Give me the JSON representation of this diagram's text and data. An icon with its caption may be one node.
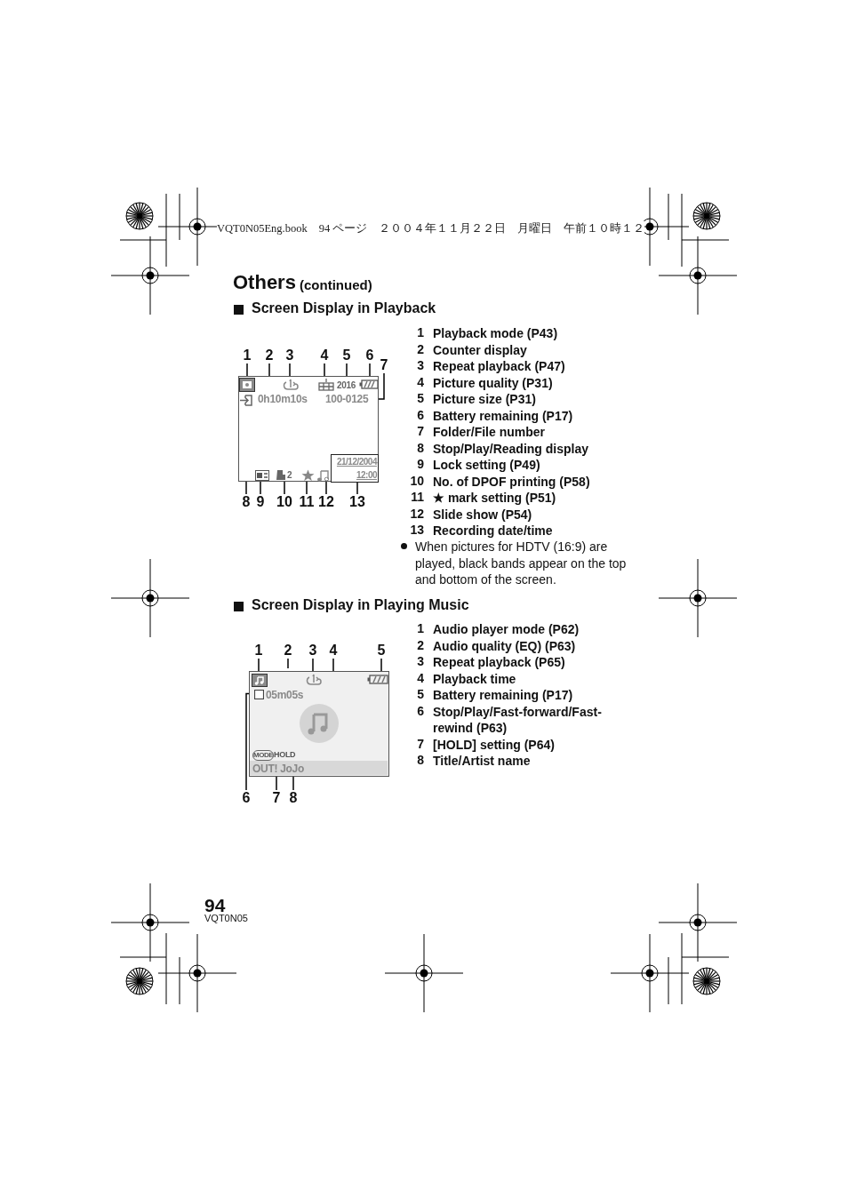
{
  "diagram": {
    "title": "Others",
    "nodes": [
      {
        "text": [],
        "shape": "box"
      },
      {
        "text": [],
        "shape": "icon",
        "in": 0
      },
      {
        "text": [
          "0h10m10s"
        ],
        "in": 0
      },
      {
        "text": [],
        "shape": "icon",
        "in": 0
      },
      {
        "text": [],
        "shape": "box",
        "in": 0
      },
      {
        "text": [
          "2016"
        ],
        "in": 0
      },
      {
        "text": [],
        "shape": "icon",
        "in": 0
      },
      {
        "text": [
          "100-0125"
        ],
        "in": 0
      },
      {
        "text": [],
        "shape": "icon",
        "in": 0
      },
      {
        "text": [],
        "shape": "icon",
        "in": 0
      },
      {
        "text": [
          "2"
        ],
        "in": 0
      },
      {
        "text": [],
        "shape": "icon",
        "in": 0
      },
      {
        "text": [],
        "shape": "icon",
        "in": 0
      },
      {
        "text": [
          "21/12/2004",
          "12:00"
        ],
        "in": 0
      },
      {
        "text": [
          "1"
        ]
      },
      {
        "text": [
          "2"
        ]
      },
      {
        "text": [
          "3"
        ]
      },
      {
        "text": [
          "4"
        ]
      },
      {
        "text": [
          "5"
        ]
      },
      {
        "text": [
          "6"
        ]
      },
      {
        "text": [
          "7"
        ]
      },
      {
        "text": [
          "8"
        ]
      },
      {
        "text": [
          "9"
        ]
      },
      {
        "text": [
          "10"
        ]
      },
      {
        "text": [
          "11"
        ]
      },
      {
        "text": [
          "12"
        ]
      },
      {
        "text": [
          "13"
        ]
      },
      {
        "text": [],
        "shape": "box"
      },
      {
        "text": [],
        "shape": "icon",
        "in": 27
      },
      {
        "text": [],
        "shape": "icon",
        "in": 27
      },
      {
        "text": [
          "05m05s"
        ],
        "in": 27
      },
      {
        "text": [],
        "shape": "icon",
        "in": 27
      },
      {
        "text": [],
        "shape": "box",
        "in": 27
      },
      {
        "text": [
          "MODE"
        ],
        "in": 27
      },
      {
        "text": [
          "HOLD"
        ],
        "in": 27
      },
      {
        "text": [
          "OUT! JoJo"
        ],
        "in": 27
      },
      {
        "text": [
          "1"
        ]
      },
      {
        "text": [
          "2"
        ]
      },
      {
        "text": [
          "3"
        ]
      },
      {
        "text": [
          "4"
        ]
      },
      {
        "text": [
          "5"
        ]
      },
      {
        "text": [
          "6"
        ]
      },
      {
        "text": [
          "7"
        ]
      },
      {
        "text": [
          "8"
        ]
      }
    ],
    "edges": [
      {
        "from": 14,
        "to": 1,
        "arrow": "none"
      },
      {
        "from": 15,
        "to": 2,
        "arrow": "none"
      },
      {
        "from": 16,
        "to": 3,
        "arrow": "none"
      },
      {
        "from": 17,
        "to": 4,
        "arrow": "none"
      },
      {
        "from": 18,
        "to": 5,
        "arrow": "none"
      },
      {
        "from": 19,
        "to": 6,
        "arrow": "none"
      },
      {
        "from": 20,
        "to": 7,
        "arrow": "none"
      },
      {
        "from": 21,
        "to": 8,
        "arrow": "none"
      },
      {
        "from": 22,
        "to": 9,
        "arrow": "none"
      },
      {
        "from": 23,
        "to": 10,
        "arrow": "none"
      },
      {
        "from": 24,
        "to": 11,
        "arrow": "none"
      },
      {
        "from": 25,
        "to": 12,
        "arrow": "none"
      },
      {
        "from": 26,
        "to": 13,
        "arrow": "none"
      },
      {
        "from": 36,
        "to": 28,
        "arrow": "none"
      },
      {
        "from": 37,
        "to": null,
        "arrow": "none"
      },
      {
        "from": 38,
        "to": 29,
        "arrow": "none"
      },
      {
        "from": 39,
        "to": 30,
        "arrow": "none"
      },
      {
        "from": 40,
        "to": 31,
        "arrow": "none"
      },
      {
        "from": 41,
        "to": 32,
        "arrow": "none"
      },
      {
        "from": 42,
        "to": 34,
        "arrow": "none"
      },
      {
        "from": 43,
        "to": 35,
        "arrow": "none"
      }
    ],
    "labels": [
      "VQT0N05Eng.book　94 ページ　２００４年１１月２２日　月曜日　午前１０時１２",
      "(continued)",
      "Screen Display in Playback",
      "1",
      "Playback mode (P43)",
      "2",
      "Counter display",
      "3",
      "Repeat playback (P47)",
      "4",
      "Picture quality (P31)",
      "5",
      "Picture size (P31)",
      "6",
      "Battery remaining (P17)",
      "7",
      "Folder/File number",
      "8",
      "Stop/Play/Reading display",
      "9",
      "Lock setting (P49)",
      "10",
      "No. of DPOF printing (P58)",
      "11",
      "★ mark setting (P51)",
      "12",
      "Slide show (P54)",
      "13",
      "Recording date/time",
      "When pictures for HDTV (16:9) are played, black bands appear on the top and bottom of the screen.",
      "Screen Display in Playing Music",
      "1",
      "Audio player mode (P62)",
      "2",
      "Audio quality (EQ) (P63)",
      "3",
      "Repeat playback (P65)",
      "4",
      "Playback time",
      "5",
      "Battery remaining (P17)",
      "6",
      "Stop/Play/Fast-forward/Fast-rewind (P63)",
      "7",
      "[HOLD] setting (P64)",
      "8",
      "Title/Artist name",
      "94",
      "VQT0N05"
    ]
  }
}
